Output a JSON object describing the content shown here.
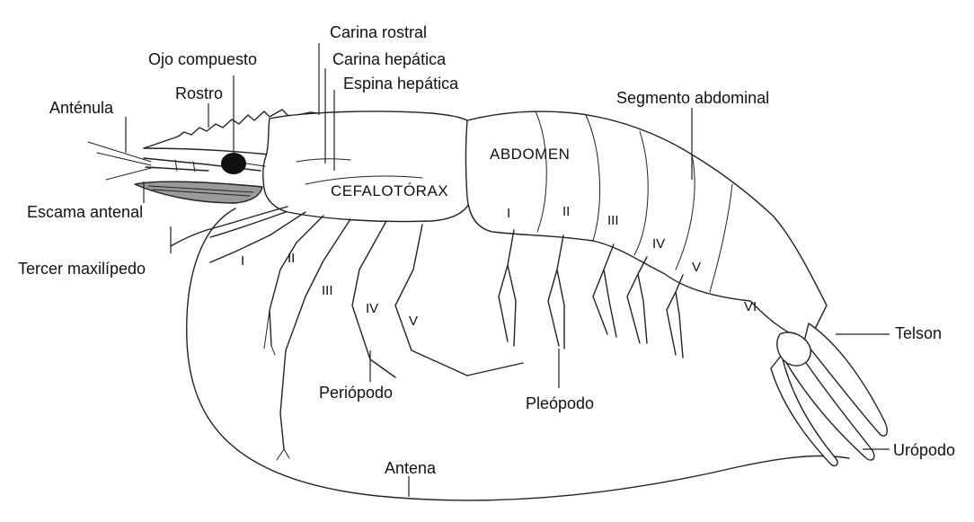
{
  "labels": {
    "carina_rostral": "Carina rostral",
    "ojo_compuesto": "Ojo compuesto",
    "carina_hepatica": "Carina hepática",
    "espina_hepatica": "Espina hepática",
    "rostro": "Rostro",
    "antenula": "Anténula",
    "escama_antenal": "Escama antenal",
    "tercer_maxilipedo": "Tercer maxilípedo",
    "segmento_abdominal": "Segmento abdominal",
    "abdomen": "ABDOMEN",
    "cefalotorax": "CEFALOTÓRAX",
    "telson": "Telson",
    "uropodo": "Urópodo",
    "periopodo": "Periópodo",
    "pleopodo": "Pleópodo",
    "antena": "Antena"
  },
  "pereiopod_numerals": [
    "I",
    "II",
    "III",
    "IV",
    "V"
  ],
  "abdominal_numerals": [
    "I",
    "II",
    "III",
    "IV",
    "V",
    "VI"
  ]
}
